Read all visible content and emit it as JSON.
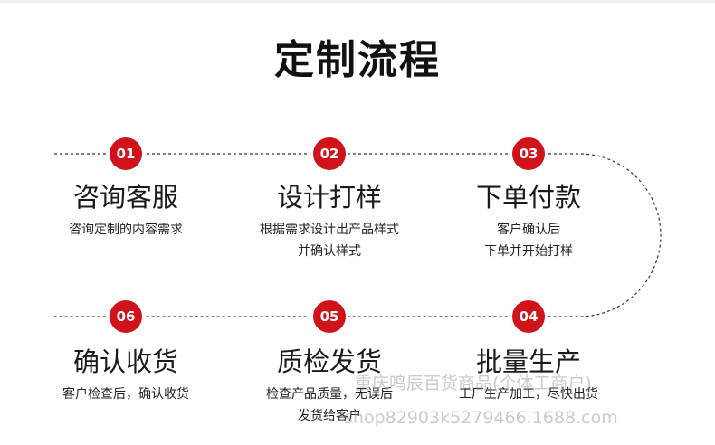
{
  "title": "定制流程",
  "steps": [
    {
      "num": "01",
      "name": "咨询客服",
      "desc": [
        "咨询定制的内容需求"
      ]
    },
    {
      "num": "02",
      "name": "设计打样",
      "desc": [
        "根据需求设计出产品样式",
        "并确认样式"
      ]
    },
    {
      "num": "03",
      "name": "下单付款",
      "desc": [
        "客户确认后",
        "下单并开始打样"
      ]
    },
    {
      "num": "04",
      "name": "批量生产",
      "desc": [
        "工厂生产加工，尽快出货"
      ]
    },
    {
      "num": "05",
      "name": "质检发货",
      "desc": [
        "检查产品质量，无误后",
        "发货给客户"
      ]
    },
    {
      "num": "06",
      "name": "确认收货",
      "desc": [
        "客户检查后，确认收货"
      ]
    }
  ],
  "watermark": {
    "line1": "重庆鸣辰百货商品(个体工商户)",
    "line2": "shop82903k5279466.1688.com"
  },
  "colors": {
    "badge": "#d0121b",
    "line": "#333333"
  }
}
